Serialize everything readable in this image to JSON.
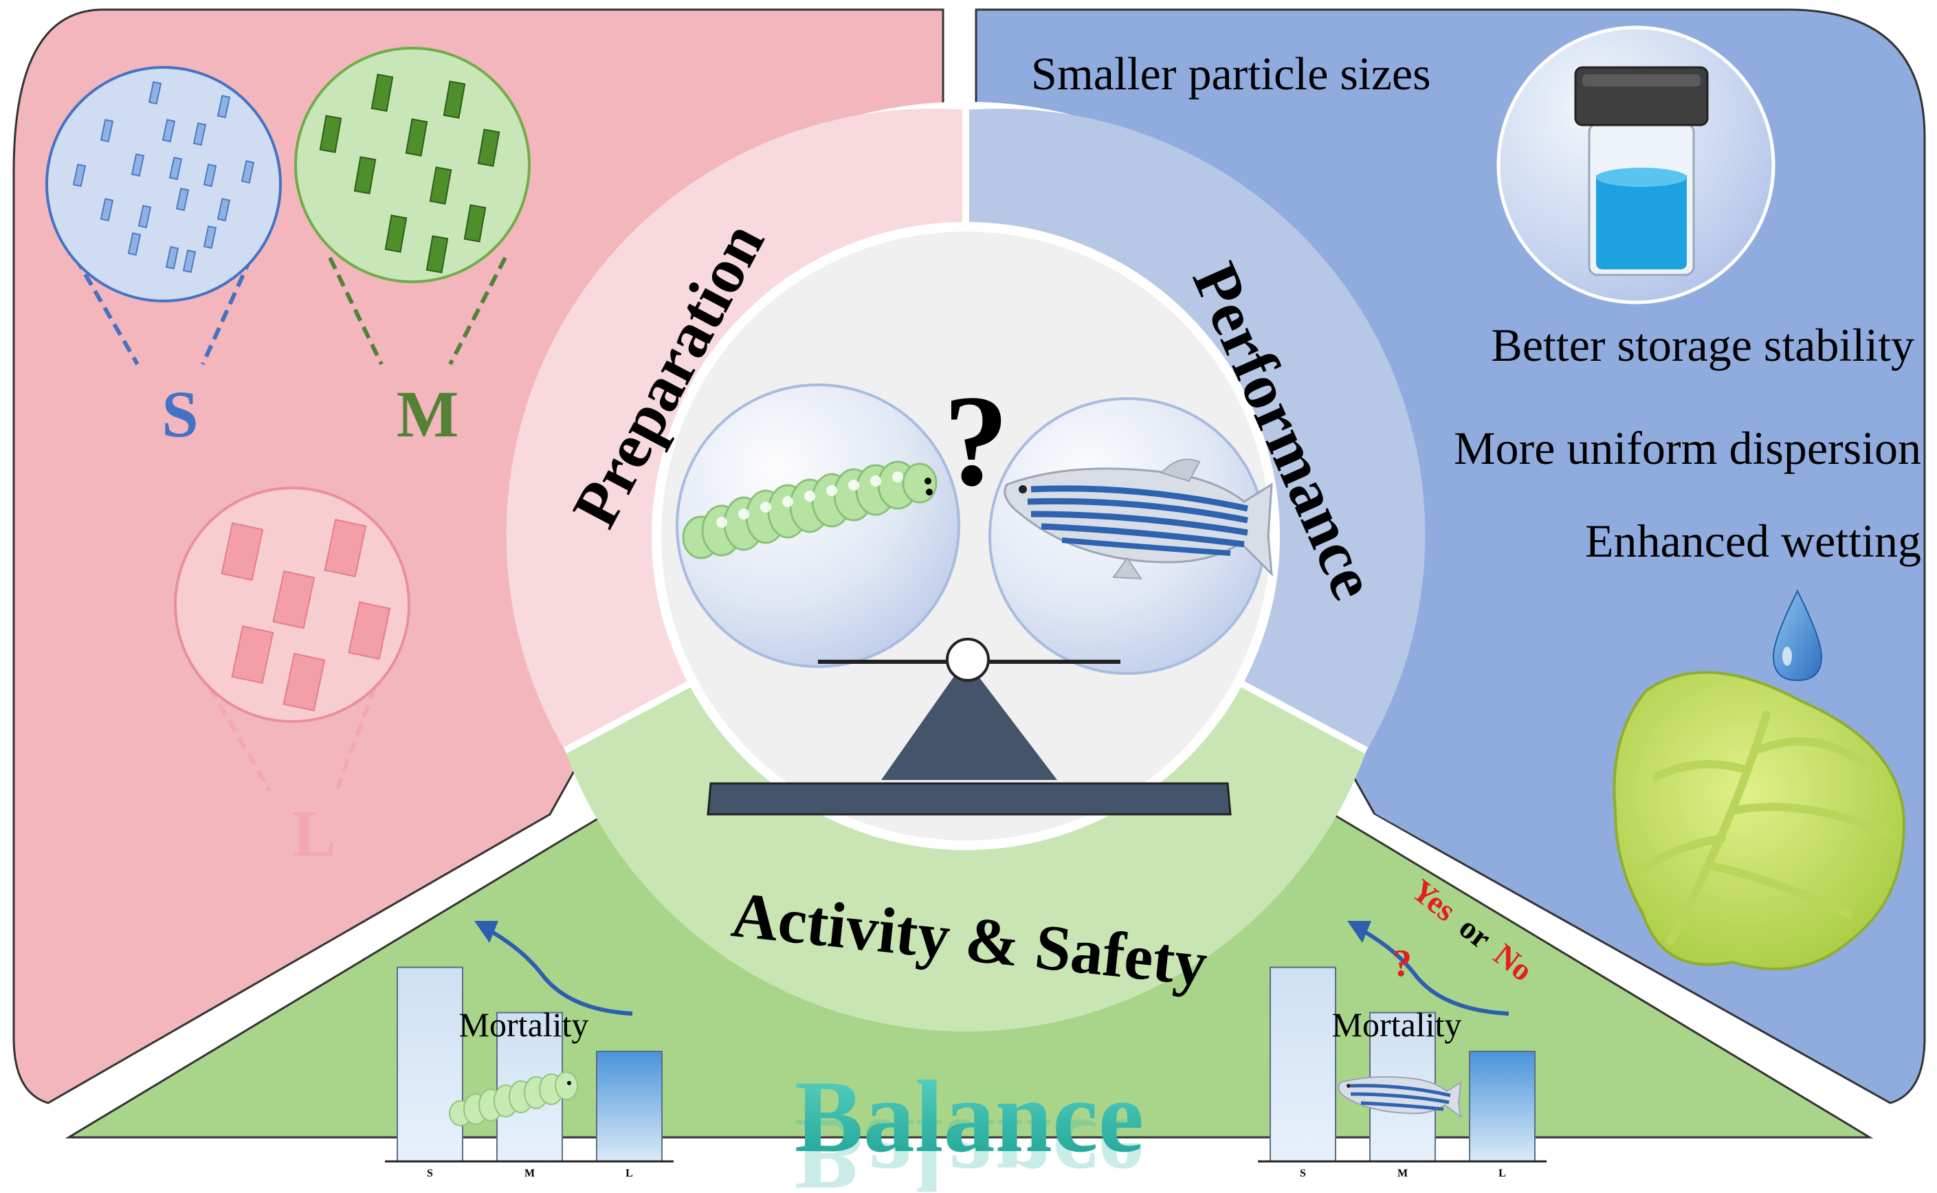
{
  "colors": {
    "pink": "#f3b6bd",
    "blue": "#90acdf",
    "green": "#a9d58b",
    "inner_pink": "#f8d9de",
    "inner_blue": "#b7c7e6",
    "inner_green": "#c9e5b4",
    "center": "#f0f0f0",
    "small_blue": "#4472c4",
    "medium_green": "#548235",
    "large_pink": "#f4a7b0",
    "balance_teal": "#2fb7a7",
    "yes_no_red": "#e3201b"
  },
  "sizes": {
    "small": "S",
    "medium": "M",
    "large": "L"
  },
  "ring": {
    "preparation": "Preparation",
    "performance": "Performance",
    "activity_safety": "Activity & Safety",
    "question": "?"
  },
  "performance_points": [
    "Smaller particle sizes",
    "Better storage stability",
    "More uniform dispersion",
    "Enhanced wetting"
  ],
  "balance": "Balance",
  "left_chart": {
    "label": "Mortality",
    "categories": [
      "S",
      "M",
      "L"
    ]
  },
  "right_chart": {
    "label": "Mortality",
    "categories": [
      "S",
      "M",
      "L"
    ],
    "yes": "Yes",
    "or": "or",
    "no": "No",
    "question": "?"
  },
  "chart_data": [
    {
      "type": "bar",
      "categories": [
        "S",
        "M",
        "L"
      ],
      "values": [
        3.0,
        2.3,
        1.7
      ],
      "ylabel": "Mortality",
      "ylim": [
        0,
        3.4
      ]
    },
    {
      "type": "bar",
      "categories": [
        "S",
        "M",
        "L"
      ],
      "values": [
        3.0,
        2.3,
        1.7
      ],
      "ylabel": "Mortality",
      "ylim": [
        0,
        3.4
      ]
    }
  ]
}
